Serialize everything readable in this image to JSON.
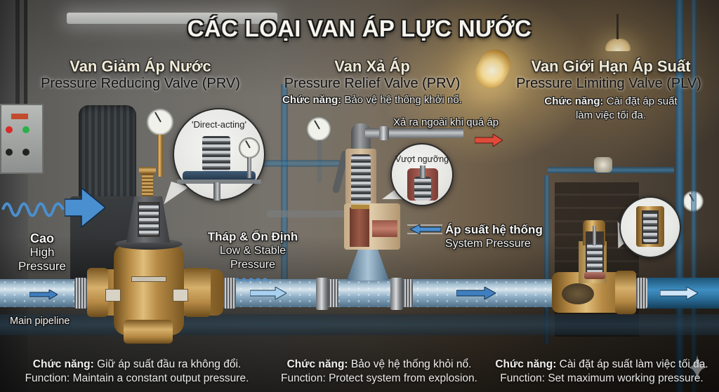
{
  "title": "CÁC LOẠI VAN ÁP LỰC NƯỚC",
  "colors": {
    "title_text": "#f6f4ec",
    "brass": "#b68a45",
    "pipe_blue": "#3e8fc2",
    "flow_arrow_blue": "#4a8fc9",
    "relief_arrow_red": "#e04a3a",
    "relief_cutaway_red": "#a8574c"
  },
  "valves": [
    {
      "id": "prv-reducing",
      "name_vi": "Van Giảm Áp Nước",
      "name_en": "Pressure Reducing Valve (PRV)",
      "callout_label": "'Direct-acting'",
      "inlet_label_vi": "Cao",
      "inlet_label_en_line1": "High",
      "inlet_label_en_line2": "Pressure",
      "outlet_label_vi": "Tháp & Ổn Định",
      "outlet_label_en_line1": "Low & Stable",
      "outlet_label_en_line2": "Pressure",
      "function_label": "Chức năng:",
      "function_vi": "Giữ áp suất đầu ra không đổi.",
      "function_en": "Function: Maintain a constant output pressure."
    },
    {
      "id": "prv-relief",
      "name_vi": "Van Xả Áp",
      "name_en": "Pressure Relief Valve (PRV)",
      "top_function_label": "Chức năng:",
      "top_function_text": "Bảo vệ hệ thống khởi nổ.",
      "discharge_label": "Xả ra ngoài khi quá áp",
      "callout_label": "Vượt ngưỡng",
      "system_pressure_vi": "Áp suất hệ thống",
      "system_pressure_en": "System Pressure",
      "function_label": "Chức năng:",
      "function_vi": "Bảo vệ hệ thống khỏi nổ.",
      "function_en": "Function: Protect system from explosion."
    },
    {
      "id": "plv-limiting",
      "name_vi": "Van Giới Hạn Áp Suất",
      "name_en": "Pressure Limiting Valve (PLV)",
      "top_function_label": "Chức năng:",
      "top_function_line1": "Cài đặt áp suất",
      "top_function_line2": "làm việc tối đa.",
      "function_label": "Chức năng:",
      "function_vi": "Cài đặt áp suất làm việc tối đa.",
      "function_en": "Function: Set maximum working pressure."
    }
  ],
  "pipeline_label": "Main pipeline",
  "icons": {
    "flow_arrow": "right-arrow",
    "inlet_wave": "sine-wave",
    "discharge_arrow": "red-right-arrow",
    "system_arrow": "left-arrow",
    "watermark": "sparkle-diamond"
  }
}
